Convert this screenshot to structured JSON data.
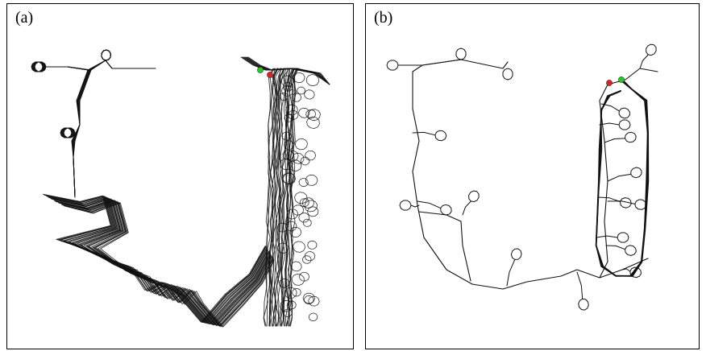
{
  "panels": [
    {
      "id": "a",
      "label": "(a)",
      "trajectory_style": "many overlapping drifting passes"
    },
    {
      "id": "b",
      "label": "(b)",
      "trajectory_style": "corrected single map with loop"
    }
  ],
  "colors": {
    "trajectory": "#111111",
    "start_marker": "#22cc22",
    "end_marker": "#dd2222",
    "frame": "#000000",
    "background": "#ffffff"
  }
}
